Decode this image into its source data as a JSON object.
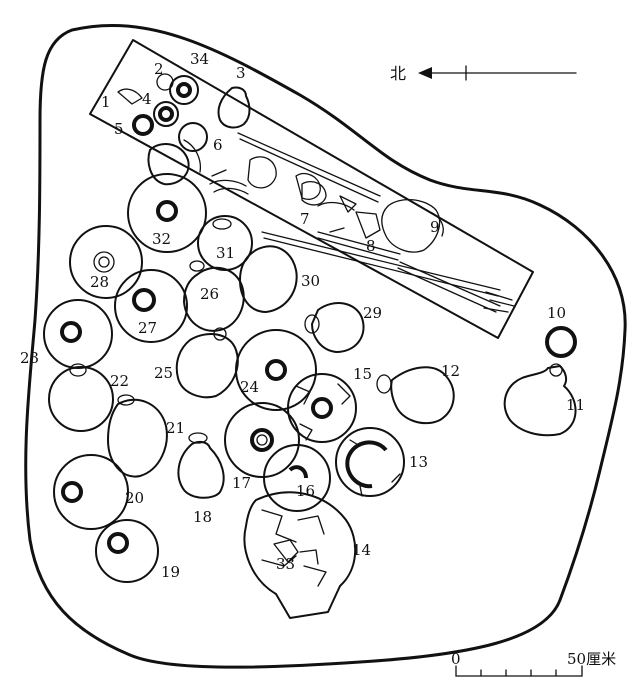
{
  "compass": {
    "north_label": "北"
  },
  "scale_bar": {
    "start_label": "0",
    "end_label": "50厘米"
  },
  "objects": [
    {
      "id": "1",
      "label": "1"
    },
    {
      "id": "2",
      "label": "2"
    },
    {
      "id": "3",
      "label": "3"
    },
    {
      "id": "4",
      "label": "4"
    },
    {
      "id": "5",
      "label": "5"
    },
    {
      "id": "6",
      "label": "6"
    },
    {
      "id": "7",
      "label": "7"
    },
    {
      "id": "8",
      "label": "8"
    },
    {
      "id": "9",
      "label": "9"
    },
    {
      "id": "10",
      "label": "10"
    },
    {
      "id": "11",
      "label": "11"
    },
    {
      "id": "12",
      "label": "12"
    },
    {
      "id": "13",
      "label": "13"
    },
    {
      "id": "14",
      "label": "14"
    },
    {
      "id": "15",
      "label": "15"
    },
    {
      "id": "16",
      "label": "16"
    },
    {
      "id": "17",
      "label": "17"
    },
    {
      "id": "18",
      "label": "18"
    },
    {
      "id": "19",
      "label": "19"
    },
    {
      "id": "20",
      "label": "20"
    },
    {
      "id": "21",
      "label": "21"
    },
    {
      "id": "22",
      "label": "22"
    },
    {
      "id": "23",
      "label": "23"
    },
    {
      "id": "24",
      "label": "24"
    },
    {
      "id": "25",
      "label": "25"
    },
    {
      "id": "26",
      "label": "26"
    },
    {
      "id": "27",
      "label": "27"
    },
    {
      "id": "28",
      "label": "28"
    },
    {
      "id": "29",
      "label": "29"
    },
    {
      "id": "30",
      "label": "30"
    },
    {
      "id": "31",
      "label": "31"
    },
    {
      "id": "32",
      "label": "32"
    },
    {
      "id": "33",
      "label": "33"
    },
    {
      "id": "34",
      "label": "34"
    }
  ]
}
